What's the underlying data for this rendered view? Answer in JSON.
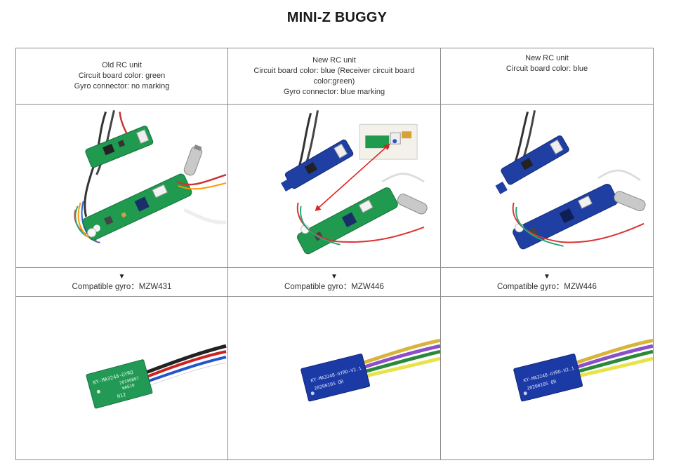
{
  "page": {
    "title": "MINI-Z BUGGY"
  },
  "columns": [
    {
      "header_lines": [
        "Old RC unit",
        "Circuit board color: green",
        "Gyro connector: no marking"
      ],
      "compatible_label": "Compatible gyro：MZW431",
      "board_color": "#1f9a4e",
      "gyro_board_color": "#229a55",
      "gyro_silk": [
        "KY-MA3248-GYRO",
        "20190807",
        "WA610",
        "H12"
      ]
    },
    {
      "header_lines": [
        "New RC unit",
        "Circuit board color: blue (Receiver circuit board",
        "color:green)",
        "Gyro connector: blue marking"
      ],
      "compatible_label": "Compatible gyro：MZW446",
      "board_color": "#1f3fa3",
      "gyro_board_color": "#1b3aa5",
      "gyro_silk": [
        "KY-MA3248-GYRO-V2.1",
        "20200105 QR"
      ]
    },
    {
      "header_lines": [
        "New RC unit",
        "Circuit board color: blue"
      ],
      "compatible_label": "Compatible gyro：MZW446",
      "board_color": "#1f3fa3",
      "gyro_board_color": "#1b3aa5",
      "gyro_silk": [
        "KY-MA3248-GYRO-V2.1",
        "20200105 QR"
      ]
    }
  ],
  "arrow_icon": "triangle-down",
  "annotation_arrow_color": "#e02020"
}
